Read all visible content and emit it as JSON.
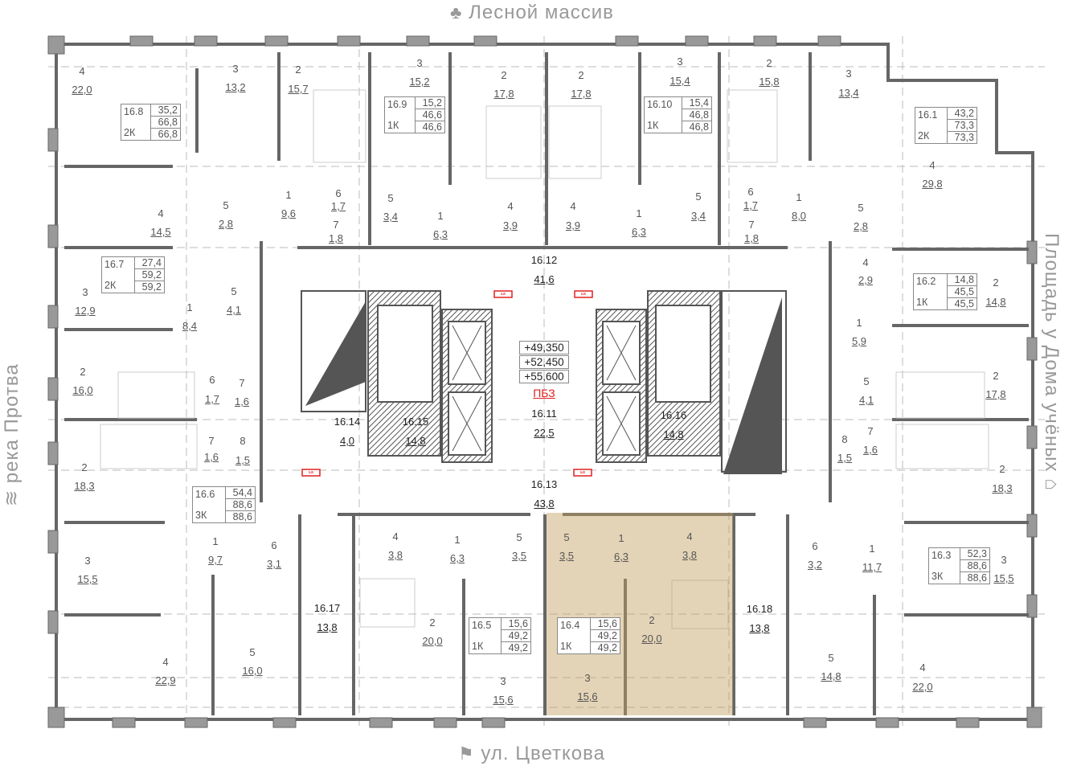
{
  "compass": {
    "north": "Лесной массив",
    "south": "ул. Цветкова",
    "west": "река Протва",
    "east": "Площадь у Дома учёных"
  },
  "elevations": [
    "+49,350",
    "+52,450",
    "+55,600"
  ],
  "pbz_label": "ПБЗ",
  "shk_label": "шк",
  "highlight_color": "#c4a060",
  "highlighted_apartment": "16.4",
  "apartments": [
    {
      "id": "16.8",
      "type": "2К",
      "living": "35,2",
      "total": "66,8",
      "total_balcony": "66,8"
    },
    {
      "id": "16.9",
      "type": "1К",
      "living": "15,2",
      "total": "46,6",
      "total_balcony": "46,6"
    },
    {
      "id": "16.10",
      "type": "1К",
      "living": "15,4",
      "total": "46,8",
      "total_balcony": "46,8"
    },
    {
      "id": "16.1",
      "type": "2К",
      "living": "43,2",
      "total": "73,3",
      "total_balcony": "73,3"
    },
    {
      "id": "16.7",
      "type": "2К",
      "living": "27,4",
      "total": "59,2",
      "total_balcony": "59,2"
    },
    {
      "id": "16.2",
      "type": "1К",
      "living": "14,8",
      "total": "45,5",
      "total_balcony": "45,5"
    },
    {
      "id": "16.6",
      "type": "3К",
      "living": "54,4",
      "total": "88,6",
      "total_balcony": "88,6"
    },
    {
      "id": "16.3",
      "type": "3К",
      "living": "52,3",
      "total": "88,6",
      "total_balcony": "88,6"
    },
    {
      "id": "16.5",
      "type": "1К",
      "living": "15,6",
      "total": "49,2",
      "total_balcony": "49,2"
    },
    {
      "id": "16.4",
      "type": "1К",
      "living": "15,6",
      "total": "49,2",
      "total_balcony": "49,2"
    }
  ],
  "rooms": [
    {
      "n": "4",
      "a": "22,0"
    },
    {
      "n": "3",
      "a": "13,2"
    },
    {
      "n": "2",
      "a": "15,7"
    },
    {
      "n": "1",
      "a": "9,6"
    },
    {
      "n": "5",
      "a": "2,8"
    },
    {
      "n": "6",
      "a": "1,7"
    },
    {
      "n": "7",
      "a": "1,8"
    },
    {
      "n": "4",
      "a": "14,5"
    },
    {
      "n": "3",
      "a": "15,2"
    },
    {
      "n": "2",
      "a": "17,8"
    },
    {
      "n": "1",
      "a": "6,3"
    },
    {
      "n": "5",
      "a": "3,4"
    },
    {
      "n": "4",
      "a": "3,9"
    },
    {
      "n": "2",
      "a": "17,8"
    },
    {
      "n": "3",
      "a": "15,4"
    },
    {
      "n": "2",
      "a": "15,8"
    },
    {
      "n": "1",
      "a": "6,3"
    },
    {
      "n": "5",
      "a": "3,4"
    },
    {
      "n": "4",
      "a": "3,9"
    },
    {
      "n": "6",
      "a": "1,7"
    },
    {
      "n": "7",
      "a": "1,8"
    },
    {
      "n": "3",
      "a": "13,4"
    },
    {
      "n": "4",
      "a": "29,8"
    },
    {
      "n": "1",
      "a": "8,0"
    },
    {
      "n": "5",
      "a": "2,8"
    },
    {
      "n": "4",
      "a": "2,9"
    },
    {
      "n": "2",
      "a": "14,8"
    },
    {
      "n": "1",
      "a": "5,9"
    },
    {
      "n": "5",
      "a": "4,1"
    },
    {
      "n": "2",
      "a": "17,8"
    },
    {
      "n": "8",
      "a": "1,5"
    },
    {
      "n": "7",
      "a": "1,6"
    },
    {
      "n": "2",
      "a": "18,3"
    },
    {
      "n": "1",
      "a": "11,7"
    },
    {
      "n": "6",
      "a": "3,2"
    },
    {
      "n": "3",
      "a": "15,5"
    },
    {
      "n": "5",
      "a": "14,8"
    },
    {
      "n": "4",
      "a": "22,0"
    },
    {
      "n": "5",
      "a": "3,5"
    },
    {
      "n": "1",
      "a": "6,3"
    },
    {
      "n": "4",
      "a": "3,8"
    },
    {
      "n": "2",
      "a": "20,0"
    },
    {
      "n": "3",
      "a": "15,6"
    },
    {
      "n": "4",
      "a": "3,8"
    },
    {
      "n": "1",
      "a": "6,3"
    },
    {
      "n": "5",
      "a": "3,5"
    },
    {
      "n": "2",
      "a": "20,0"
    },
    {
      "n": "3",
      "a": "15,6"
    },
    {
      "n": "3",
      "a": "15,5"
    },
    {
      "n": "1",
      "a": "9,7"
    },
    {
      "n": "6",
      "a": "3,1"
    },
    {
      "n": "4",
      "a": "22,9"
    },
    {
      "n": "5",
      "a": "16,0"
    },
    {
      "n": "2",
      "a": "18,3"
    },
    {
      "n": "7",
      "a": "1,6"
    },
    {
      "n": "8",
      "a": "1,5"
    },
    {
      "n": "3",
      "a": "12,9"
    },
    {
      "n": "1",
      "a": "8,4"
    },
    {
      "n": "5",
      "a": "4,1"
    },
    {
      "n": "2",
      "a": "16,0"
    },
    {
      "n": "6",
      "a": "1,7"
    },
    {
      "n": "7",
      "a": "1,6"
    }
  ],
  "common_areas": [
    {
      "id": "16.12",
      "a": "41,6"
    },
    {
      "id": "16.11",
      "a": "22,5"
    },
    {
      "id": "16.13",
      "a": "43,8"
    },
    {
      "id": "16.14",
      "a": "4,0"
    },
    {
      "id": "16.15",
      "a": "14,8"
    },
    {
      "id": "16.16",
      "a": "14,8"
    },
    {
      "id": "16.17",
      "a": "13,8"
    },
    {
      "id": "16.18",
      "a": "13,8"
    }
  ]
}
